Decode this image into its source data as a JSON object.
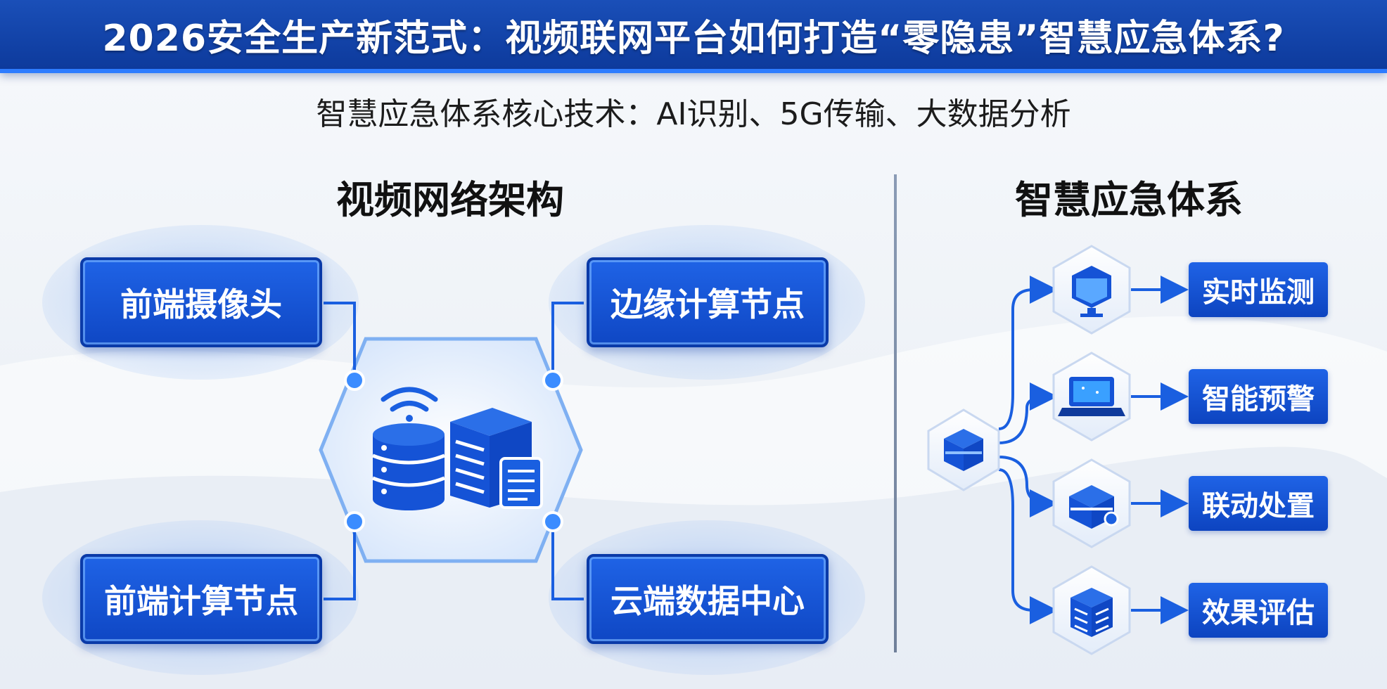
{
  "title": "2026安全生产新范式：视频联网平台如何打造“零隐患”智慧应急体系?",
  "subtitle": "智慧应急体系核心技术：AI识别、5G传输、大数据分析",
  "left_section": {
    "heading": "视频网络架构",
    "nodes": [
      "前端摄像头",
      "边缘计算节点",
      "前端计算节点",
      "云端数据中心"
    ],
    "hub_icons": [
      "wifi-icon",
      "database-icon",
      "server-building-icon",
      "document-icon"
    ]
  },
  "right_section": {
    "heading": "智慧应急体系",
    "source_icon": "cube-icon",
    "steps": [
      {
        "icon": "monitor-cube-icon",
        "label": "实时监测"
      },
      {
        "icon": "laptop-icon",
        "label": "智能预警"
      },
      {
        "icon": "box-alert-icon",
        "label": "联动处置"
      },
      {
        "icon": "server-rack-icon",
        "label": "效果评估"
      }
    ]
  },
  "colors": {
    "primary_blue": "#1553d6",
    "title_bar": "#0d3a9c",
    "accent": "#2d7cff"
  }
}
